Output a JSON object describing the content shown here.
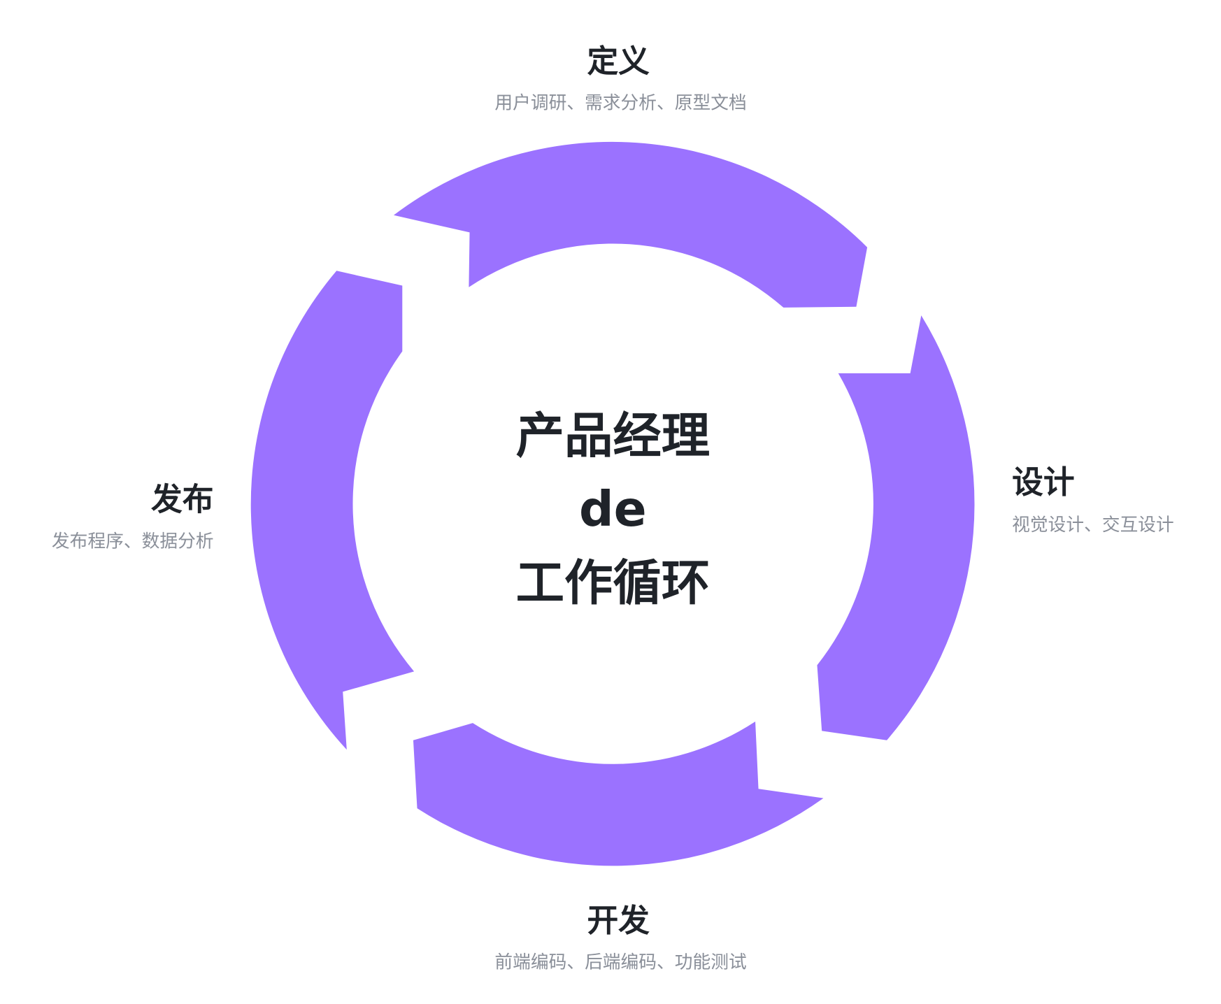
{
  "center": {
    "line1": "产品经理",
    "line2": "de",
    "line3": "工作循环"
  },
  "stages": [
    {
      "title": "定义",
      "subtitle": "用户调研、需求分析、原型文档"
    },
    {
      "title": "设计",
      "subtitle": "视觉设计、交互设计"
    },
    {
      "title": "开发",
      "subtitle": "前端编码、后端编码、功能测试"
    },
    {
      "title": "发布",
      "subtitle": "发布程序、数据分析"
    }
  ],
  "colors": {
    "ring": "#9b72ff",
    "title": "#1f2329",
    "subtitle": "#8a8f99"
  }
}
